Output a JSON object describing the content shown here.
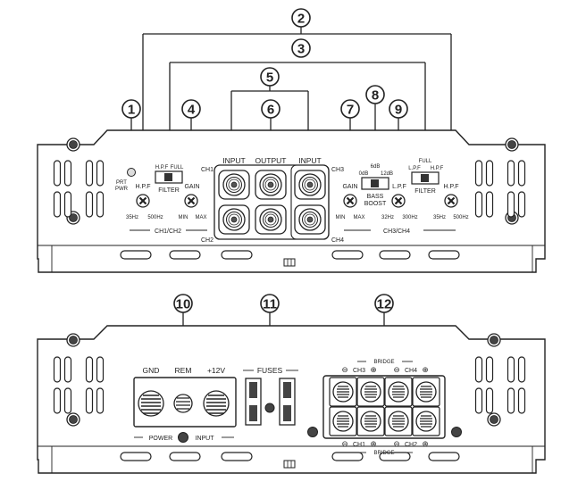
{
  "callouts": [
    "1",
    "2",
    "3",
    "4",
    "5",
    "6",
    "7",
    "8",
    "9",
    "10",
    "11",
    "12"
  ],
  "top": {
    "prt_pwr": [
      "PRT",
      "PWR"
    ],
    "hpf": "H.P.F",
    "lpf": "L.P.F",
    "gain": "GAIN",
    "filter": "FILTER",
    "filter_hpf": "H.P.F",
    "filter_full": "FULL",
    "filter_lpf": "L.P.F",
    "bass_boost": [
      "BASS",
      "BOOST"
    ],
    "boost_0db": "0dB",
    "boost_6db": "6dB",
    "boost_12db": "12dB",
    "input": "INPUT",
    "output": "OUTPUT",
    "ch1": "CH1",
    "ch2": "CH2",
    "ch3": "CH3",
    "ch4": "CH4",
    "range_35hz": "35Hz",
    "range_500hz": "500Hz",
    "range_min": "MIN",
    "range_max": "MAX",
    "range_32hz": "32Hz",
    "range_300hz": "300Hz",
    "section_ch12": "CH1/CH2",
    "section_ch34": "CH3/CH4"
  },
  "bottom": {
    "gnd": "GND",
    "rem": "REM",
    "v12": "+12V",
    "fuses": "FUSES",
    "power_input": "POWER",
    "input_word": "INPUT",
    "bridge": "BRIDGE",
    "ch1": "CH1",
    "ch2": "CH2",
    "ch3": "CH3",
    "ch4": "CH4"
  }
}
